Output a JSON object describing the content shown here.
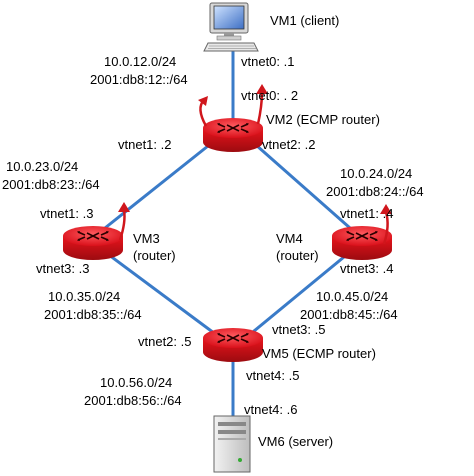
{
  "nodes": {
    "vm1": {
      "label": "VM1 (client)",
      "icon": "computer-icon"
    },
    "vm2": {
      "label": "VM2 (ECMP router)",
      "icon": "router-icon"
    },
    "vm3": {
      "label_line1": "VM3",
      "label_line2": "(router)",
      "icon": "router-icon"
    },
    "vm4": {
      "label_line1": "VM4",
      "label_line2": "(router)",
      "icon": "router-icon"
    },
    "vm5": {
      "label": "VM5 (ECMP router)",
      "icon": "router-icon"
    },
    "vm6": {
      "label": "VM6 (server)",
      "icon": "server-icon"
    }
  },
  "interfaces": {
    "vm1_vtnet0": "vtnet0: .1",
    "vm2_vtnet0": "vtnet0: . 2",
    "vm2_vtnet1": "vtnet1: .2",
    "vm2_vtnet2": "vtnet2: .2",
    "vm3_vtnet1": "vtnet1: .3",
    "vm3_vtnet3": "vtnet3: .3",
    "vm4_vtnet1": "vtnet1: .4",
    "vm4_vtnet3": "vtnet3: .4",
    "vm5_vtnet2": "vtnet2: .5",
    "vm5_vtnet3": "vtnet3: .5",
    "vm5_vtnet4": "vtnet4: .5",
    "vm6_vtnet4": "vtnet4: .6"
  },
  "subnets": {
    "net12": {
      "v4": "10.0.12.0/24",
      "v6": "2001:db8:12::/64"
    },
    "net23": {
      "v4": "10.0.23.0/24",
      "v6": "2001:db8:23::/64"
    },
    "net24": {
      "v4": "10.0.24.0/24",
      "v6": "2001:db8:24::/64"
    },
    "net35": {
      "v4": "10.0.35.0/24",
      "v6": "2001:db8:35::/64"
    },
    "net45": {
      "v4": "10.0.45.0/24",
      "v6": "2001:db8:45::/64"
    },
    "net56": {
      "v4": "10.0.56.0/24",
      "v6": "2001:db8:56::/64"
    }
  },
  "colors": {
    "link": "#3a7bc8",
    "router": "#e8141c",
    "router_dark": "#8a0a0e",
    "arrow": "#d0161c"
  }
}
